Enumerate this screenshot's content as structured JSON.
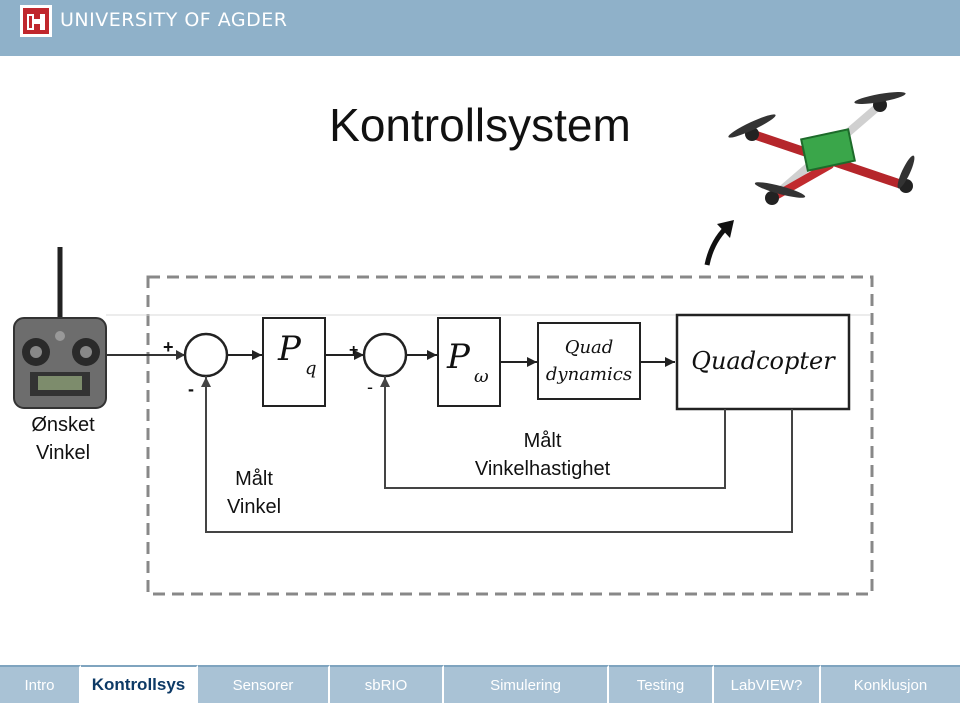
{
  "header": {
    "university": "UNIVERSITY OF AGDER"
  },
  "slide": {
    "title": "Kontrollsystem"
  },
  "diagram": {
    "block_pq": "P",
    "block_pq_sub": "q",
    "block_pw": "P",
    "block_pw_sub": "ω",
    "block_dynamics_1": "Quad",
    "block_dynamics_2": "dynamics",
    "block_quadcopter": "Quadcopter",
    "sum1_plus": "+",
    "sum1_minus": "-",
    "sum2_plus": "+",
    "sum2_minus": "-",
    "label_onsket_1": "Ønsket",
    "label_onsket_2": "Vinkel",
    "label_malt_vinkel_1": "Målt",
    "label_malt_vinkel_2": "Vinkel",
    "label_malt_hast_1": "Målt",
    "label_malt_hast_2": "Vinkelhastighet"
  },
  "nav": {
    "tabs": [
      {
        "label": "Intro"
      },
      {
        "label": "Kontrollsys"
      },
      {
        "label": "Sensorer"
      },
      {
        "label": "sbRIO"
      },
      {
        "label": "Simulering"
      },
      {
        "label": "Testing"
      },
      {
        "label": "LabVIEW?"
      },
      {
        "label": "Konklusjon"
      }
    ],
    "active_index": 1
  },
  "colors": {
    "header": "#8fb1c9",
    "tab": "#a9c2d5",
    "active_text": "#0d3a66"
  }
}
